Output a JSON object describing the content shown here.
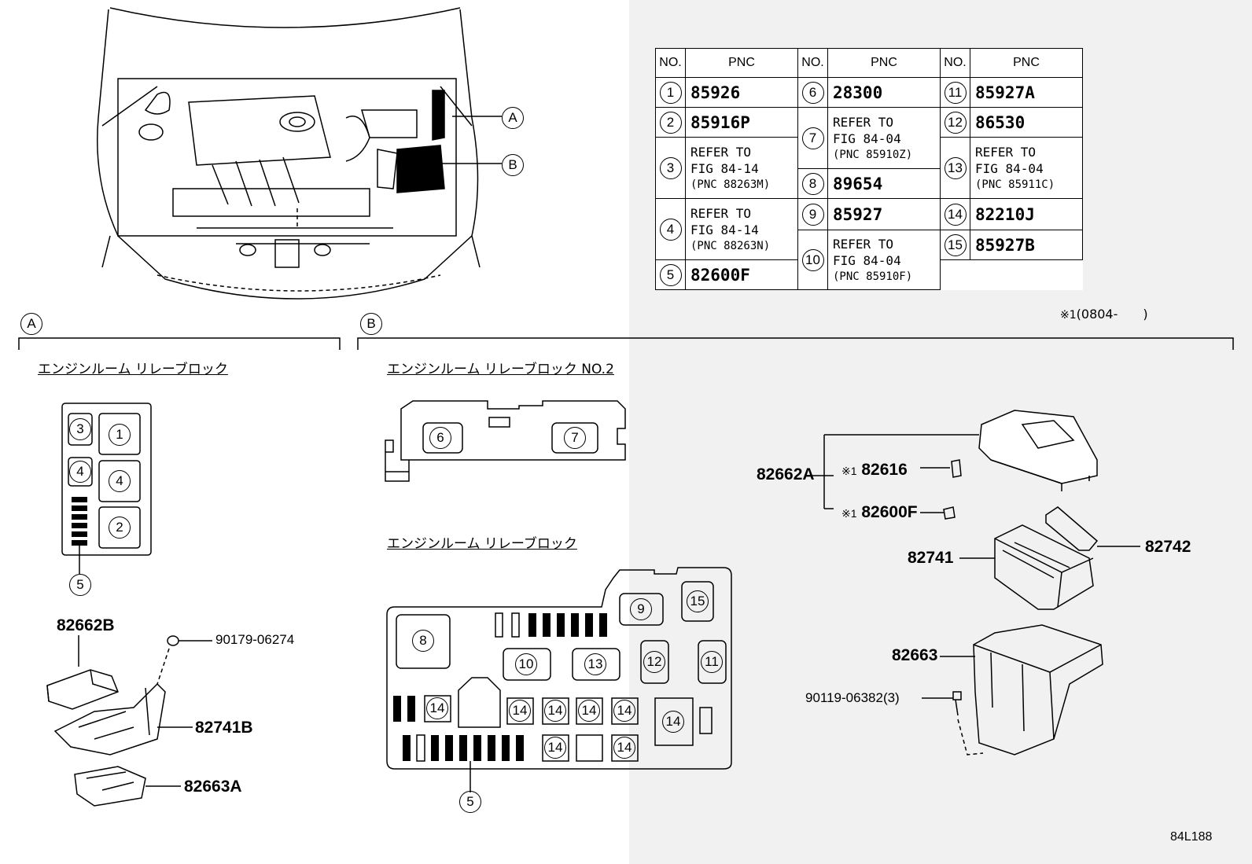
{
  "table": {
    "headers": [
      "NO.",
      "PNC",
      "NO.",
      "PNC",
      "NO.",
      "PNC"
    ],
    "col1": [
      {
        "no": "1",
        "pnc": "85926"
      },
      {
        "no": "2",
        "pnc": "85916P"
      },
      {
        "no": "3",
        "line1": "REFER TO",
        "line2": "FIG 84-14",
        "line3": "(PNC 88263M)"
      },
      {
        "no": "4",
        "line1": "REFER TO",
        "line2": "FIG 84-14",
        "line3": "(PNC 88263N)"
      },
      {
        "no": "5",
        "pnc": "82600F"
      }
    ],
    "col2": [
      {
        "no": "6",
        "pnc": "28300"
      },
      {
        "no": "7",
        "line1": "REFER TO",
        "line2": "FIG 84-04",
        "line3": "(PNC 85910Z)"
      },
      {
        "no": "8",
        "pnc": "89654"
      },
      {
        "no": "9",
        "pnc": "85927"
      },
      {
        "no": "10",
        "line1": "REFER TO",
        "line2": "FIG 84-04",
        "line3": "(PNC 85910F)"
      }
    ],
    "col3": [
      {
        "no": "11",
        "pnc": "85927A"
      },
      {
        "no": "12",
        "pnc": "86530"
      },
      {
        "no": "13",
        "line1": "REFER TO",
        "line2": "FIG 84-04",
        "line3": "(PNC 85911C)"
      },
      {
        "no": "14",
        "pnc": "82210J"
      },
      {
        "no": "15",
        "pnc": "85927B"
      }
    ]
  },
  "footnote": {
    "mark": "※1",
    "text": "(0804-　　)"
  },
  "callouts": {
    "a": "A",
    "b": "B"
  },
  "section_a": {
    "title": "エンジンルーム リレーブロック",
    "relay_numbers": [
      "3",
      "1",
      "4",
      "4",
      "2",
      "5"
    ],
    "parts": [
      "82662B",
      "90179-06274",
      "82741B",
      "82663A"
    ]
  },
  "section_b": {
    "title_no2": "エンジンルーム リレーブロック NO.2",
    "no2_numbers": [
      "6",
      "7"
    ],
    "title_main": "エンジンルーム リレーブロック",
    "block_numbers": [
      "8",
      "9",
      "15",
      "10",
      "13",
      "12",
      "11",
      "14",
      "14",
      "14",
      "14",
      "14",
      "14",
      "14",
      "14",
      "5"
    ],
    "parts": {
      "cover": "82662A",
      "mark": "※1",
      "p1": "82616",
      "p2": "82600F",
      "p3": "82742",
      "p4": "82741",
      "p5": "82663",
      "p6": "90119-06382(3)"
    }
  },
  "figure_id": "84L188"
}
